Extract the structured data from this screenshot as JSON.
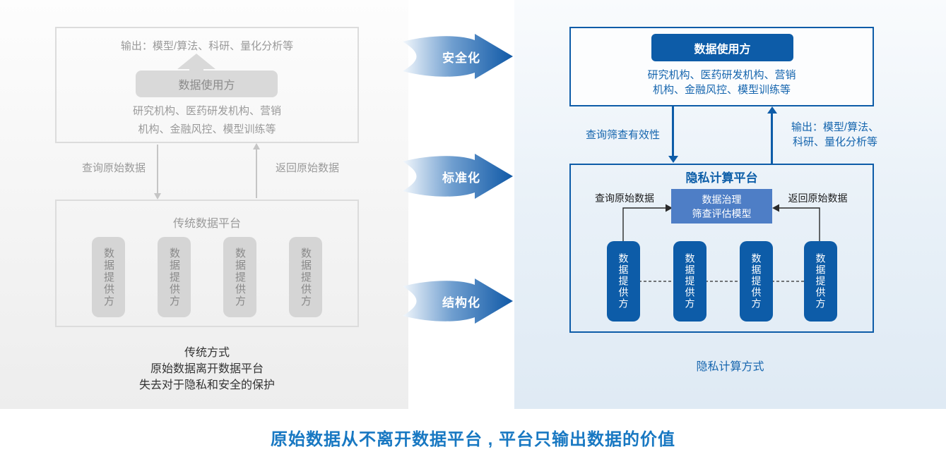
{
  "left_panel": {
    "consumer_box": {
      "output_text": "输出：模型/算法、科研、量化分析等",
      "consumer_label": "数据使用方",
      "desc_line1": "研究机构、医药研发机构、营销",
      "desc_line2": "机构、金融风控、模型训练等"
    },
    "query_arrow_label": "查询原始数据",
    "return_arrow_label": "返回原始数据",
    "platform_box": {
      "title": "传统数据平台",
      "providers": [
        "数据提供方",
        "数据提供方",
        "数据提供方",
        "数据提供方"
      ]
    },
    "caption_line1": "传统方式",
    "caption_line2": "原始数据离开数据平台",
    "caption_line3": "失去对于隐私和安全的保护"
  },
  "transform_arrows": [
    {
      "label": "安全化"
    },
    {
      "label": "标准化"
    },
    {
      "label": "结构化"
    }
  ],
  "right_panel": {
    "consumer_box": {
      "consumer_label": "数据使用方",
      "desc_line1": "研究机构、医药研发机构、营销",
      "desc_line2": "机构、金融风控、模型训练等"
    },
    "query_validity_label": "查询筛查有效性",
    "output_label_line1": "输出：模型/算法、",
    "output_label_line2": "科研、量化分析等",
    "platform_box": {
      "title": "隐私计算平台",
      "query_raw_label": "查询原始数据",
      "return_raw_label": "返回原始数据",
      "model_line1": "数据治理",
      "model_line2": "筛查评估模型",
      "providers": [
        "数据提供方",
        "数据提供方",
        "数据提供方",
        "数据提供方"
      ]
    },
    "caption": "隐私计算方式"
  },
  "slogan": "原始数据从不离开数据平台 , 平台只输出数据的价值",
  "colors": {
    "dark_blue": "#0d5ca8",
    "medium_blue": "#4e7ec6",
    "blue_text": "#1565ae",
    "slogan_blue": "#1878c2",
    "gray_fill": "#d9d9d9",
    "gray_border": "#dcdcdc",
    "gray_text": "#9a9a9a"
  }
}
